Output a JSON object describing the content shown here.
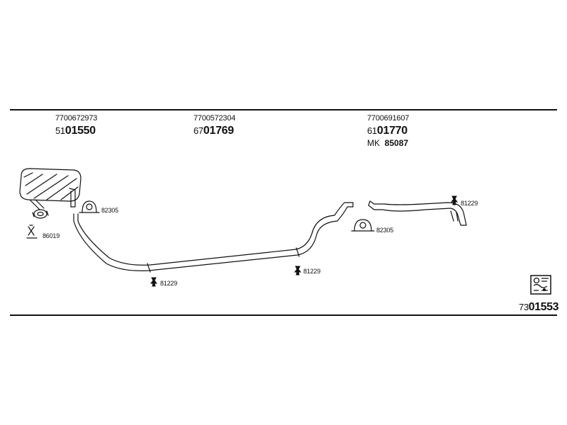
{
  "header": {
    "parts": [
      {
        "oe_number": "7700672973",
        "code_prefix": "51",
        "code_main": "01550"
      },
      {
        "oe_number": "7700572304",
        "code_prefix": "67",
        "code_main": "01769"
      },
      {
        "oe_number": "7700691607",
        "code_prefix": "61",
        "code_main": "01770"
      }
    ],
    "mk_label": "MK",
    "mk_number": "85087"
  },
  "labels": {
    "gasket": "86019",
    "clamp_1": "82305",
    "clamp_2": "82305",
    "hanger_1": "81229",
    "hanger_2": "81229",
    "hanger_3": "81229"
  },
  "footer": {
    "code_prefix": "73",
    "code_main": "01553"
  }
}
